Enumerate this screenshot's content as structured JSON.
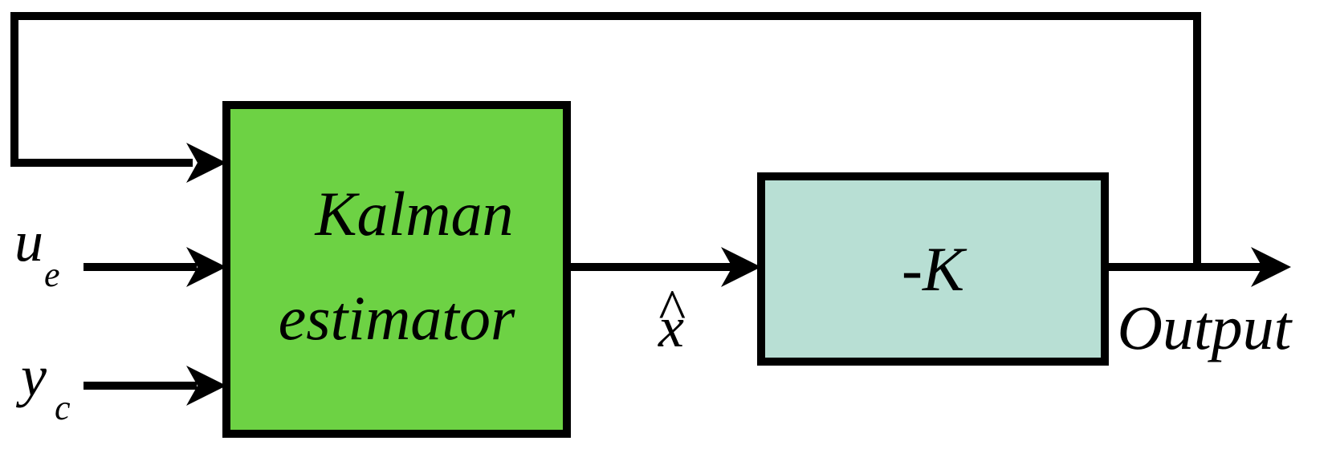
{
  "blocks": {
    "kalman": {
      "line1": "Kalman",
      "line2": "estimator",
      "fill": "#6dd244"
    },
    "gain": {
      "label": "-K",
      "fill": "#b8dfd4"
    }
  },
  "signals": {
    "ue": {
      "main": "u",
      "sub": "e"
    },
    "yc": {
      "main": "y",
      "sub": "c"
    },
    "xhat": {
      "main": "x",
      "hat": "^"
    },
    "output": "Output"
  },
  "colors": {
    "stroke": "#000000",
    "background": "#ffffff"
  }
}
